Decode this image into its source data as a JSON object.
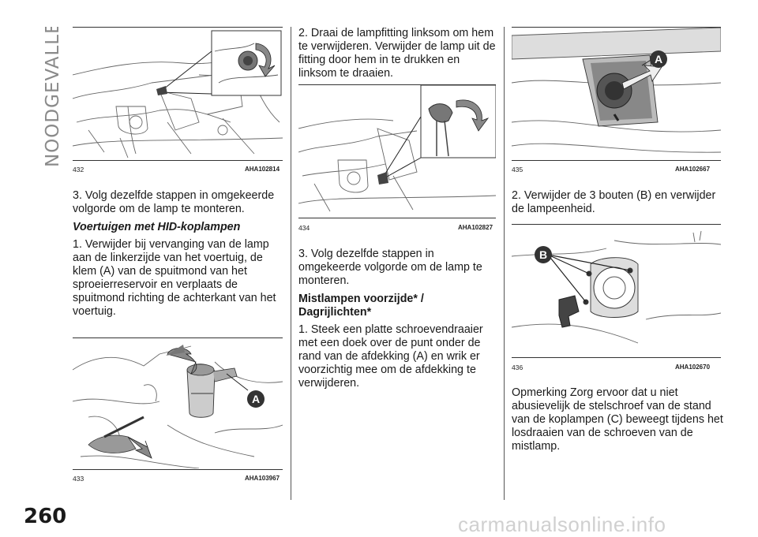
{
  "side_tab": "NOODGEVALLEN",
  "page_number": "260",
  "watermark": "carmanualsonline.info",
  "col1": {
    "fig1": {
      "num": "432",
      "code": "AHA102814"
    },
    "step3": "3. Volg dezelfde stappen in omgekeerde volgorde om de lamp te monteren.",
    "heading": "Voertuigen met HID-koplampen",
    "step1": "1. Verwijder bij vervanging van de lamp aan de linkerzijde van het voertuig, de klem (A) van de spuitmond van het sproeierreservoir en verplaats de spuitmond richting de achterkant van het voertuig.",
    "fig2": {
      "num": "433",
      "code": "AHA103967",
      "label": "A"
    }
  },
  "col2": {
    "step2": "2. Draai de lampfitting linksom om hem te verwijderen. Verwijder de lamp uit de fitting door hem in te drukken en linksom te draaien.",
    "fig": {
      "num": "434",
      "code": "AHA102827"
    },
    "step3": "3. Volg dezelfde stappen in omgekeerde volgorde om de lamp te monteren.",
    "heading": "Mistlampen voorzijde* / Dagrijlichten*",
    "step1": "1. Steek een platte schroevendraaier met een doek over de punt onder de rand van de afdekking (A) en wrik er voorzichtig mee om de afdekking te verwijderen."
  },
  "col3": {
    "fig1": {
      "num": "435",
      "code": "AHA102667",
      "label": "A"
    },
    "step2": "2. Verwijder de 3 bouten (B) en verwijder de lampeenheid.",
    "fig2": {
      "num": "436",
      "code": "AHA102670",
      "label": "B"
    },
    "note": "Opmerking  Zorg ervoor dat u niet abusievelijk de stelschroef van de stand van de koplampen (C) beweegt tijdens het losdraaien van de schroeven van de mistlamp."
  }
}
